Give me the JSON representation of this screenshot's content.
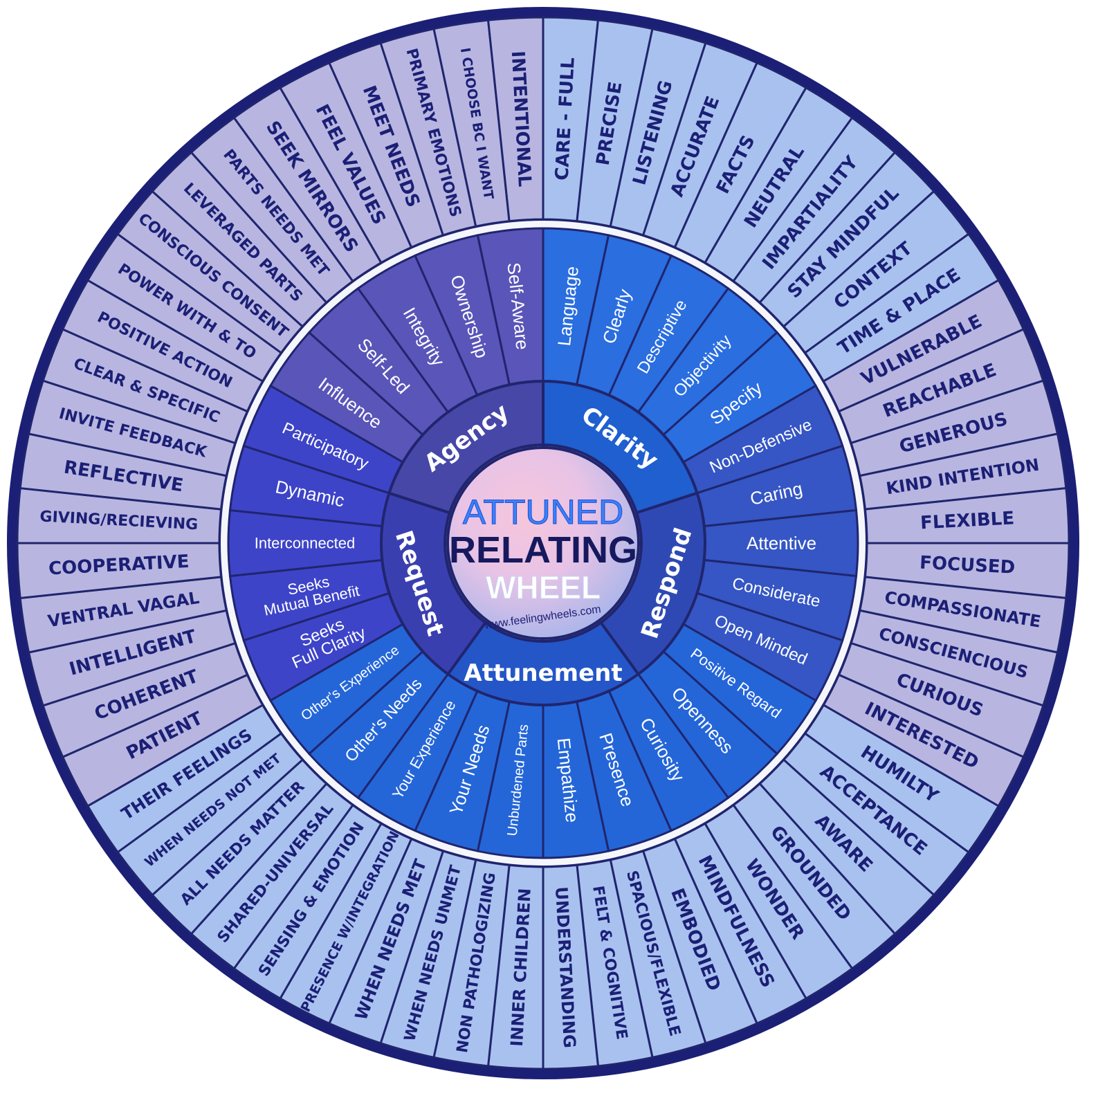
{
  "colors": {
    "rim": "#1b1f75",
    "border": "#20256e",
    "gap": "#f4f6fc",
    "outer_blue": "#a9c1ee",
    "outer_purple": "#b8b6e0",
    "outer_text": "#1b1f75",
    "mid_text": "#ffffff",
    "core_text": "#ffffff",
    "title_attuned": "#3b82f6",
    "title_relating": "#16195e",
    "title_wheel": "#ffffff",
    "url": "#1b1f75"
  },
  "title": {
    "line1": "ATTUNED",
    "line2": "RELATING",
    "line3": "WHEEL",
    "url": "www.feelingwheels.com"
  },
  "core": [
    {
      "label": "Clarity",
      "color": "#1f5fcf"
    },
    {
      "label": "Respond",
      "color": "#2f49b4"
    },
    {
      "label": "Attunement",
      "color": "#2456c8"
    },
    {
      "label": "Request",
      "color": "#3a3fb0"
    },
    {
      "label": "Agency",
      "color": "#4747a8"
    }
  ],
  "middle": [
    {
      "label": "Language",
      "color": "#2a6ee0"
    },
    {
      "label": "Clearly",
      "color": "#2a6ee0"
    },
    {
      "label": "Descriptive",
      "color": "#2a6ee0"
    },
    {
      "label": "Objectivity",
      "color": "#2a6ee0"
    },
    {
      "label": "Specify",
      "color": "#2a6ee0"
    },
    {
      "label": "Non-Defensive",
      "color": "#3556c4"
    },
    {
      "label": "Caring",
      "color": "#3556c4"
    },
    {
      "label": "Attentive",
      "color": "#3556c4"
    },
    {
      "label": "Considerate",
      "color": "#3556c4"
    },
    {
      "label": "Open Minded",
      "color": "#3556c4"
    },
    {
      "label": "Positive Regard",
      "color": "#2466d8"
    },
    {
      "label": "Openness",
      "color": "#2466d8"
    },
    {
      "label": "Curiosity",
      "color": "#2466d8"
    },
    {
      "label": "Presence",
      "color": "#2466d8"
    },
    {
      "label": "Empathize",
      "color": "#2466d8"
    },
    {
      "label": "Unburdened Parts",
      "color": "#2466d8"
    },
    {
      "label": "Your Needs",
      "color": "#2466d8"
    },
    {
      "label": "Your Experience",
      "color": "#2466d8"
    },
    {
      "label": "Other's Needs",
      "color": "#2466d8"
    },
    {
      "label": "Other's Experience",
      "color": "#2466d8"
    },
    {
      "label": "Seeks Full Clarity",
      "lines": [
        "Seeks",
        "Full Clarity"
      ],
      "color": "#3d44c8"
    },
    {
      "label": "Seeks Mutual Benefit",
      "lines": [
        "Seeks",
        "Mutual Benefit"
      ],
      "color": "#3d44c8"
    },
    {
      "label": "Interconnected",
      "color": "#3d44c8"
    },
    {
      "label": "Dynamic",
      "color": "#3d44c8"
    },
    {
      "label": "Participatory",
      "color": "#3d44c8"
    },
    {
      "label": "Influence",
      "color": "#5a55b8"
    },
    {
      "label": "Self-Led",
      "color": "#5a55b8"
    },
    {
      "label": "Integrity",
      "color": "#5a55b8"
    },
    {
      "label": "Ownership",
      "color": "#5a55b8"
    },
    {
      "label": "Self-Aware",
      "color": "#5a55b8"
    }
  ],
  "outer": [
    {
      "label": "CARE - FULL",
      "tone": "blue"
    },
    {
      "label": "PRECISE",
      "tone": "blue"
    },
    {
      "label": "LISTENING",
      "tone": "blue"
    },
    {
      "label": "ACCURATE",
      "tone": "blue"
    },
    {
      "label": "FACTS",
      "tone": "blue"
    },
    {
      "label": "NEUTRAL",
      "tone": "blue"
    },
    {
      "label": "IMPARTIALITY",
      "tone": "blue"
    },
    {
      "label": "STAY MINDFUL",
      "tone": "blue"
    },
    {
      "label": "CONTEXT",
      "tone": "blue"
    },
    {
      "label": "TIME & PLACE",
      "tone": "blue"
    },
    {
      "label": "VULNERABLE",
      "tone": "purple"
    },
    {
      "label": "REACHABLE",
      "tone": "purple"
    },
    {
      "label": "GENEROUS",
      "tone": "purple"
    },
    {
      "label": "KIND INTENTION",
      "tone": "purple"
    },
    {
      "label": "FLEXIBLE",
      "tone": "purple"
    },
    {
      "label": "FOCUSED",
      "tone": "purple"
    },
    {
      "label": "COMPASSIONATE",
      "tone": "purple"
    },
    {
      "label": "CONSCIENCIOUS",
      "tone": "purple"
    },
    {
      "label": "CURIOUS",
      "tone": "purple"
    },
    {
      "label": "INTERESTED",
      "tone": "purple"
    },
    {
      "label": "HUMILTY",
      "tone": "blue"
    },
    {
      "label": "ACCEPTANCE",
      "tone": "blue"
    },
    {
      "label": "AWARE",
      "tone": "blue"
    },
    {
      "label": "GROUNDED",
      "tone": "blue"
    },
    {
      "label": "WONDER",
      "tone": "blue"
    },
    {
      "label": "MINDFULNESS",
      "tone": "blue"
    },
    {
      "label": "EMBODIED",
      "tone": "blue"
    },
    {
      "label": "SPACIOUS/FLEXIBLE",
      "tone": "blue"
    },
    {
      "label": "FELT & COGNITIVE",
      "tone": "blue"
    },
    {
      "label": "UNDERSTANDING",
      "tone": "blue"
    },
    {
      "label": "INNER CHILDREN",
      "tone": "blue"
    },
    {
      "label": "NON PATHOLOGIZING",
      "tone": "blue"
    },
    {
      "label": "WHEN NEEDS UNMET",
      "tone": "blue"
    },
    {
      "label": "WHEN NEEDS MET",
      "tone": "blue"
    },
    {
      "label": "PRESENCE W/INTEGRATION",
      "tone": "blue"
    },
    {
      "label": "SENSING & EMOTION",
      "tone": "blue"
    },
    {
      "label": "SHARED-UNIVERSAL",
      "tone": "blue"
    },
    {
      "label": "ALL NEEDS MATTER",
      "tone": "blue"
    },
    {
      "label": "WHEN NEEDS NOT MET",
      "tone": "blue"
    },
    {
      "label": "THEIR FEELINGS",
      "tone": "blue"
    },
    {
      "label": "PATIENT",
      "tone": "purple"
    },
    {
      "label": "COHERENT",
      "tone": "purple"
    },
    {
      "label": "INTELLIGENT",
      "tone": "purple"
    },
    {
      "label": "VENTRAL VAGAL",
      "tone": "purple"
    },
    {
      "label": "COOPERATIVE",
      "tone": "purple"
    },
    {
      "label": "GIVING/RECIEVING",
      "tone": "purple"
    },
    {
      "label": "REFLECTIVE",
      "tone": "purple"
    },
    {
      "label": "INVITE FEEDBACK",
      "tone": "purple"
    },
    {
      "label": "CLEAR & SPECIFIC",
      "tone": "purple"
    },
    {
      "label": "POSITIVE ACTION",
      "tone": "purple"
    },
    {
      "label": "POWER WITH & TO",
      "tone": "purple"
    },
    {
      "label": "CONSCIOUS CONSENT",
      "tone": "purple"
    },
    {
      "label": "LEVERAGED PARTS",
      "tone": "purple"
    },
    {
      "label": "PARTS NEEDS MET",
      "tone": "purple"
    },
    {
      "label": "SEEK MIRRORS",
      "tone": "purple"
    },
    {
      "label": "FEEL VALUES",
      "tone": "purple"
    },
    {
      "label": "MEET NEEDS",
      "tone": "purple"
    },
    {
      "label": "PRIMARY EMOTIONS",
      "tone": "purple"
    },
    {
      "label": "I CHOOSE BC I WANT",
      "tone": "purple"
    },
    {
      "label": "INTENTIONAL",
      "tone": "purple"
    }
  ]
}
